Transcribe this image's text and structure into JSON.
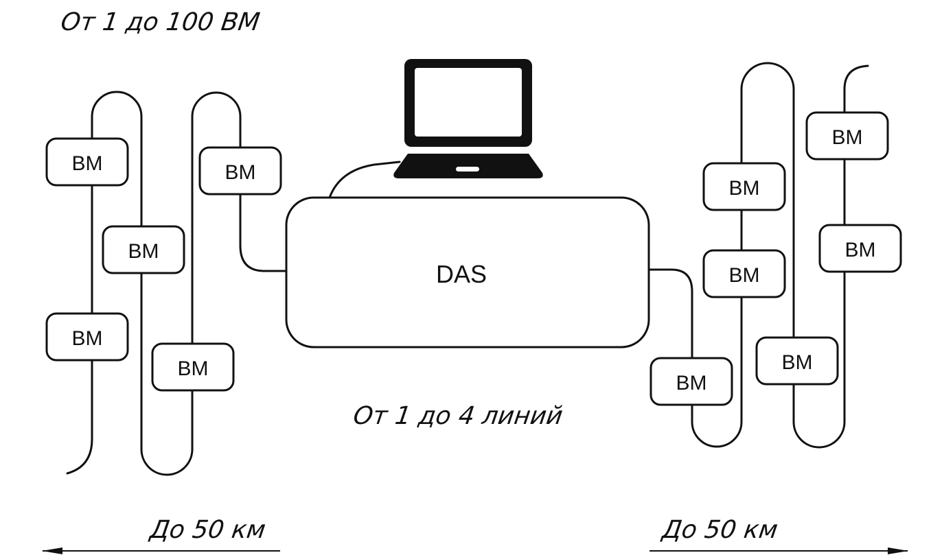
{
  "labels": {
    "vm_range": "От 1 до 100 ВМ",
    "line_range": "От 1 до 4 линий",
    "distance_left": "До 50 км",
    "distance_right": "До 50 км"
  },
  "das": {
    "label": "DAS"
  },
  "vm_label": "ВМ",
  "laptop_icon": "laptop-icon",
  "colors": {
    "stroke": "#111111",
    "background": "#ffffff"
  }
}
